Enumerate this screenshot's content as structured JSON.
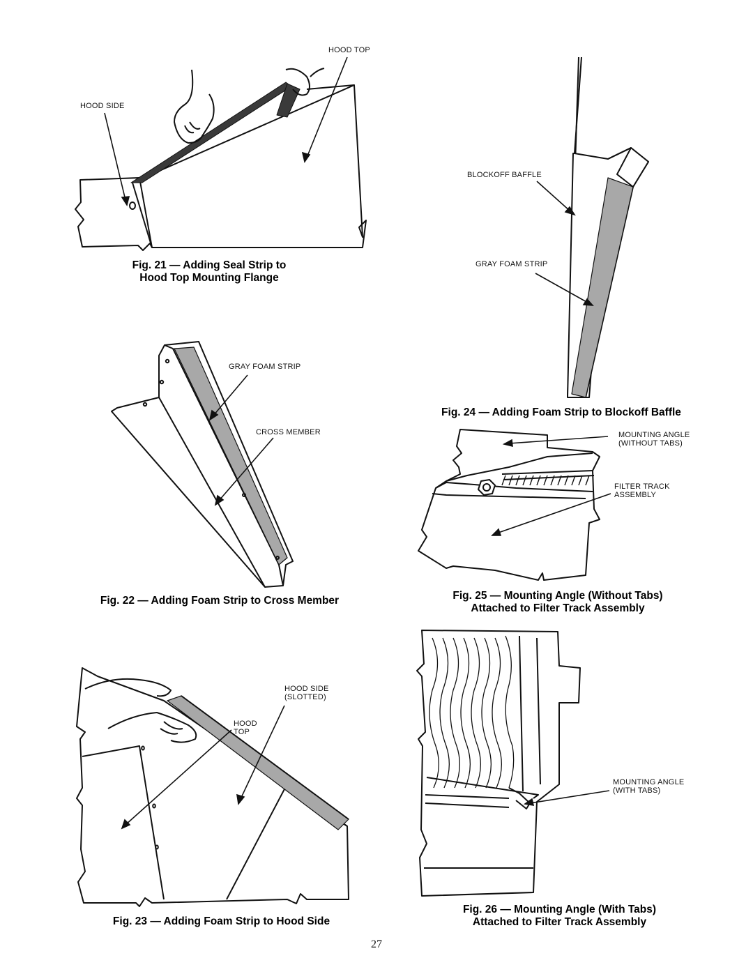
{
  "page_number": "27",
  "figures": {
    "fig21": {
      "caption_line1": "Fig. 21 — Adding Seal Strip to",
      "caption_line2": "Hood Top Mounting Flange",
      "label_hood_top": "HOOD TOP",
      "label_hood_side": "HOOD SIDE"
    },
    "fig22": {
      "caption": "Fig. 22 — Adding Foam Strip to Cross Member",
      "label_gray_foam": "GRAY FOAM STRIP",
      "label_cross_member": "CROSS MEMBER"
    },
    "fig23": {
      "caption": "Fig. 23 — Adding Foam Strip to Hood Side",
      "label_hood_side_line1": "HOOD SIDE",
      "label_hood_side_line2": "(SLOTTED)",
      "label_hood_line1": "HOOD",
      "label_hood_line2": "TOP"
    },
    "fig24": {
      "caption": "Fig. 24 — Adding Foam Strip to Blockoff Baffle",
      "label_blockoff": "BLOCKOFF BAFFLE",
      "label_gray_foam": "GRAY FOAM STRIP"
    },
    "fig25": {
      "caption_line1": "Fig. 25 — Mounting Angle (Without Tabs)",
      "caption_line2": "Attached to Filter Track Assembly",
      "label_mounting_line1": "MOUNTING ANGLE",
      "label_mounting_line2": "(WITHOUT TABS)",
      "label_filter_line1": "FILTER TRACK",
      "label_filter_line2": "ASSEMBLY"
    },
    "fig26": {
      "caption_line1": "Fig. 26 — Mounting Angle (With Tabs)",
      "caption_line2": "Attached to Filter Track Assembly",
      "label_mounting_line1": "MOUNTING ANGLE",
      "label_mounting_line2": "(WITH TABS)"
    }
  },
  "colors": {
    "foam_gray": "#a8a8a8",
    "seal_dark": "#3a3a3a",
    "line": "#111111"
  }
}
